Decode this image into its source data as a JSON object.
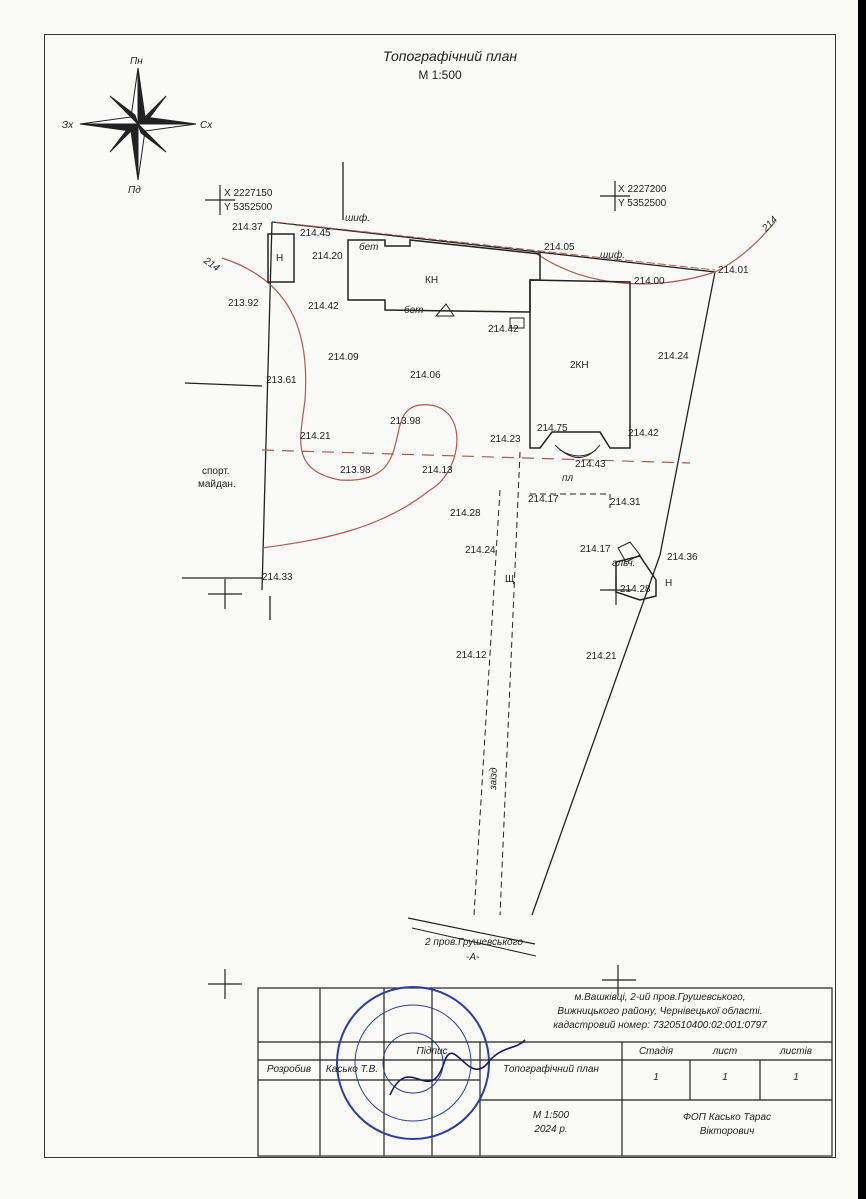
{
  "sheet": {
    "title": "Топографічний план",
    "scale": "М  1:500"
  },
  "compass": {
    "north": "Пн",
    "south": "Пд",
    "west": "Зх",
    "east": "Сх"
  },
  "grid_coords": [
    {
      "x": "X 2227150",
      "y": "Y 5352500"
    },
    {
      "x": "X 2227200",
      "y": "Y 5352500"
    }
  ],
  "buildings": {
    "kn": "КН",
    "kn2": "2КН",
    "n1": "Н",
    "n2": "Н"
  },
  "labels": {
    "bet1": "бет",
    "bet2": "бет",
    "shif1": "шиф.",
    "shif2": "шиф.",
    "sport": "спорт.",
    "maidan": "майдан.",
    "pl": "пл",
    "shch": "Щ",
    "zaizd": "заїзд",
    "alch": "альч.",
    "contour1": "214",
    "contour2": "214",
    "street": "2 пров.Грушевського",
    "street_mark": "-А-"
  },
  "elevations": [
    "214.37",
    "214.45",
    "214.20",
    "214.05",
    "214.00",
    "214.01",
    "213.92",
    "214.42",
    "214.42",
    "214.09",
    "214.06",
    "214.24",
    "213.61",
    "213.98",
    "214.21",
    "214.75",
    "214.23",
    "214.42",
    "214.43",
    "213.98",
    "214.13",
    "214.17",
    "214.31",
    "214.28",
    "214.24",
    "214.17",
    "214.36",
    "214.33",
    "214.28",
    "214.12",
    "214.21"
  ],
  "title_block": {
    "address1": "м.Вашківці, 2-ий пров.Грушевського,",
    "address2": "Вижницького району, Чернівецької області.",
    "cadastral": "кадастровий номер: 7320510400:02:001:0797",
    "developed": "Розробив",
    "developer": "Касько Т.В.",
    "signature_label": "Підпис",
    "doc_title": "Топографічний план",
    "stage_h": "Стадія",
    "sheet_h": "лист",
    "sheets_h": "листів",
    "stage": "1",
    "sheet": "1",
    "sheets": "1",
    "scale": "М  1:500",
    "year": "2024 р.",
    "org1": "ФОП Касько Тарас",
    "org2": "Вікторович"
  },
  "colors": {
    "contour": "#b05a50",
    "line": "#222222",
    "stamp": "#2a3f9e"
  }
}
